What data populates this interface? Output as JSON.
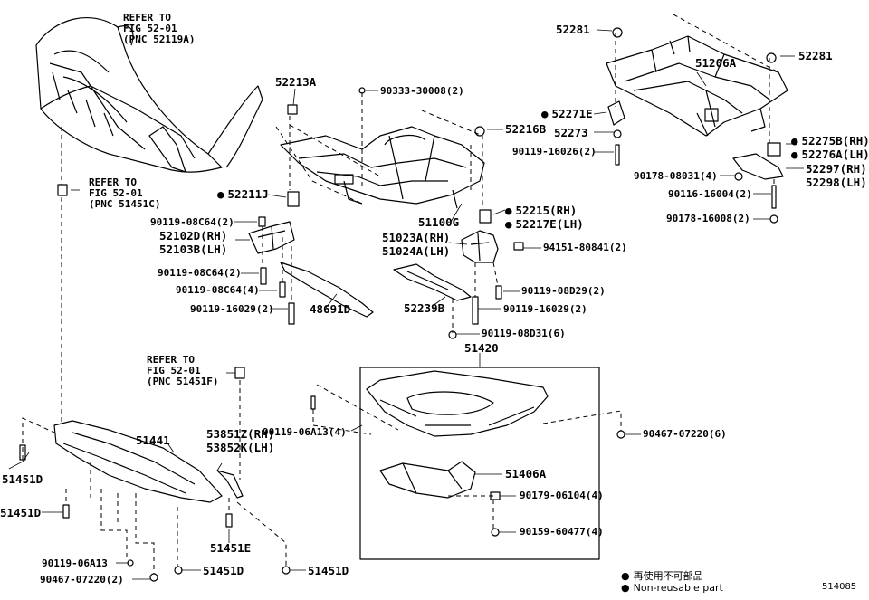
{
  "diagram_id": "514085",
  "legend": {
    "japanese": "再使用不可部品",
    "english": "Non-reusable part"
  },
  "references": [
    {
      "id": "ref_bumper",
      "lines": [
        "REFER TO",
        "FIG 52-01",
        "(PNC 52119A)"
      ]
    },
    {
      "id": "ref_clip",
      "lines": [
        "REFER TO",
        "FIG 52-01",
        "(PNC 51451C)"
      ]
    },
    {
      "id": "ref_clip2",
      "lines": [
        "REFER TO",
        "FIG 52-01",
        "(PNC 51451F)"
      ]
    }
  ],
  "parts": [
    {
      "id": "p52281a",
      "text": "52281"
    },
    {
      "id": "p52281b",
      "text": "52281"
    },
    {
      "id": "p51206a",
      "text": "51206A"
    },
    {
      "id": "p52213a",
      "text": "52213A"
    },
    {
      "id": "p90333",
      "text": "90333-30008(2)"
    },
    {
      "id": "p52216b",
      "text": "52216B"
    },
    {
      "id": "p52271e",
      "text": "52271E",
      "nonreusable": true
    },
    {
      "id": "p52273",
      "text": "52273"
    },
    {
      "id": "p90119_16026",
      "text": "90119-16026(2)"
    },
    {
      "id": "p52275b",
      "text": "52275B(RH)",
      "nonreusable": true
    },
    {
      "id": "p52276a",
      "text": "52276A(LH)",
      "nonreusable": true
    },
    {
      "id": "p90178_08031",
      "text": "90178-08031(4)"
    },
    {
      "id": "p52297",
      "text": "52297(RH)"
    },
    {
      "id": "p52298",
      "text": "52298(LH)"
    },
    {
      "id": "p90116_16004",
      "text": "90116-16004(2)"
    },
    {
      "id": "p90178_16008",
      "text": "90178-16008(2)"
    },
    {
      "id": "p52211j",
      "text": "52211J",
      "nonreusable": true
    },
    {
      "id": "p51100g",
      "text": "51100G"
    },
    {
      "id": "p52215",
      "text": "52215(RH)",
      "nonreusable": true
    },
    {
      "id": "p52217e",
      "text": "52217E(LH)",
      "nonreusable": true
    },
    {
      "id": "p90119_08c64a",
      "text": "90119-08C64(2)"
    },
    {
      "id": "p52102d",
      "text": "52102D(RH)"
    },
    {
      "id": "p52103b",
      "text": "52103B(LH)"
    },
    {
      "id": "p51023a",
      "text": "51023A(RH)"
    },
    {
      "id": "p51024a",
      "text": "51024A(LH)"
    },
    {
      "id": "p94151",
      "text": "94151-80841(2)"
    },
    {
      "id": "p90119_08c64b",
      "text": "90119-08C64(2)"
    },
    {
      "id": "p90119_08c64c",
      "text": "90119-08C64(4)"
    },
    {
      "id": "p90119_08d29",
      "text": "90119-08D29(2)"
    },
    {
      "id": "p90119_16029a",
      "text": "90119-16029(2)"
    },
    {
      "id": "p48691d",
      "text": "48691D"
    },
    {
      "id": "p52239b",
      "text": "52239B"
    },
    {
      "id": "p90119_16029b",
      "text": "90119-16029(2)"
    },
    {
      "id": "p90119_08d31",
      "text": "90119-08D31(6)"
    },
    {
      "id": "p51420",
      "text": "51420"
    },
    {
      "id": "p90119_06a13a",
      "text": "90119-06A13(4)"
    },
    {
      "id": "p90467_07220a",
      "text": "90467-07220(6)"
    },
    {
      "id": "p51406a",
      "text": "51406A"
    },
    {
      "id": "p90179",
      "text": "90179-06104(4)"
    },
    {
      "id": "p90159",
      "text": "90159-60477(4)"
    },
    {
      "id": "p51441",
      "text": "51441"
    },
    {
      "id": "p53851z",
      "text": "53851Z(RH)"
    },
    {
      "id": "p53852k",
      "text": "53852K(LH)"
    },
    {
      "id": "p51451d_a",
      "text": "51451D"
    },
    {
      "id": "p51451d_b",
      "text": "51451D"
    },
    {
      "id": "p51451e",
      "text": "51451E"
    },
    {
      "id": "p90119_06a13b",
      "text": "90119-06A13"
    },
    {
      "id": "p90467_07220b",
      "text": "90467-07220(2)"
    },
    {
      "id": "p51451d_c",
      "text": "51451D"
    },
    {
      "id": "p51451d_d",
      "text": "51451D"
    }
  ]
}
